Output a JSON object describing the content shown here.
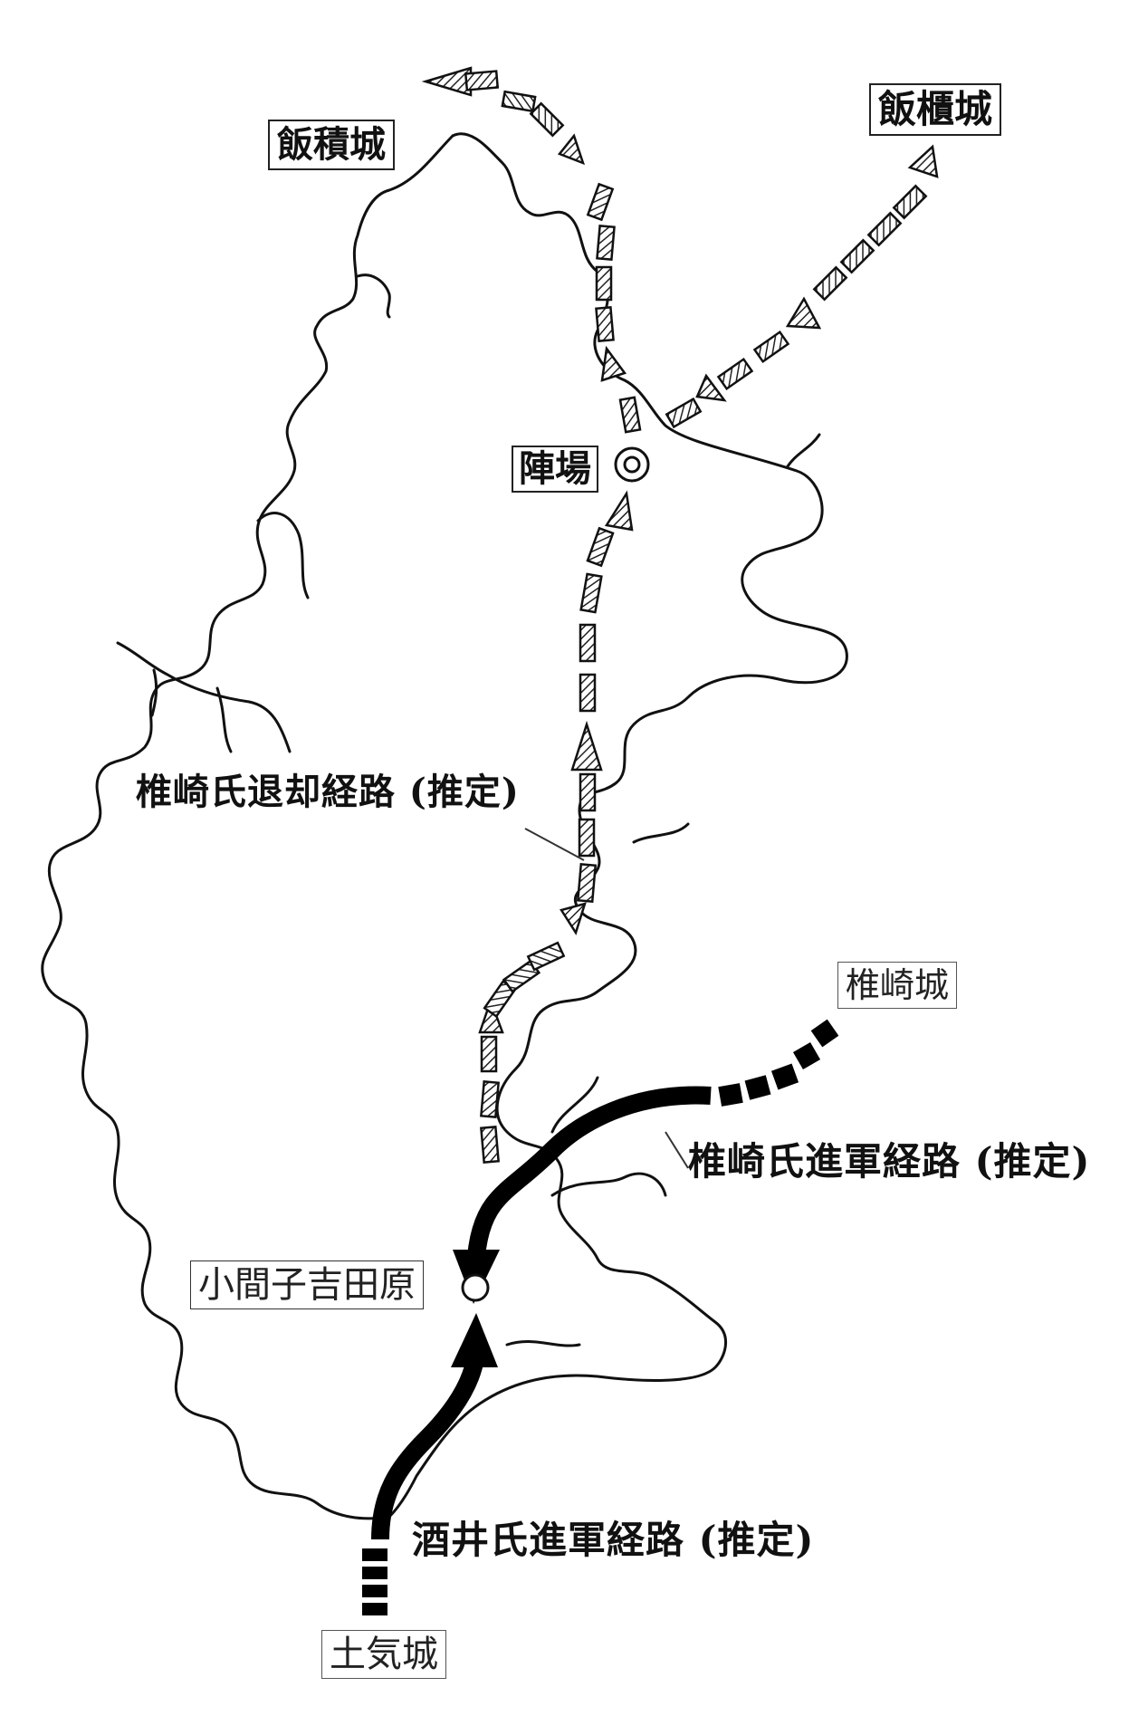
{
  "places": {
    "iizumi_castle": "飯積城",
    "ibitsu_castle": "飯櫃城",
    "jinba": "陣場",
    "shiizaki_castle": "椎崎城",
    "omagome_yoshidahara": "小間子吉田原",
    "toke_castle": "土気城"
  },
  "routes": {
    "shiizaki_retreat": "椎崎氏退却経路 (推定)",
    "shiizaki_advance": "椎崎氏進軍経路 (推定)",
    "sakai_advance": "酒井氏進軍経路 (推定)"
  },
  "colors": {
    "outline": "#111111",
    "hatch": "#222222",
    "advance_route": "#000000",
    "background": "#ffffff"
  }
}
